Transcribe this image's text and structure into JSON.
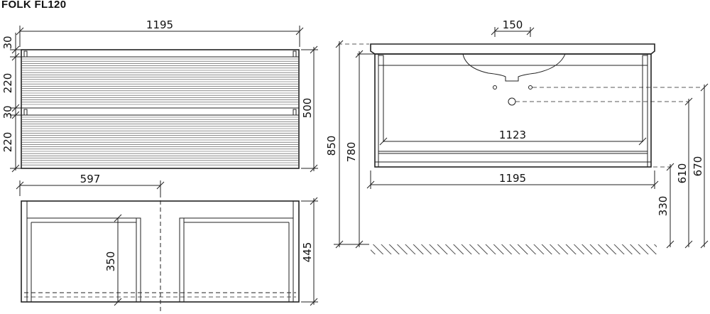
{
  "title": "FOLK FL120",
  "dimensions": {
    "front_width": "1195",
    "front_height": "500",
    "top_gap_1": "30",
    "drawer_1": "220",
    "top_gap_2": "30",
    "drawer_2": "220",
    "inner_half_width": "597",
    "inner_height": "350",
    "depth": "445",
    "faucet_spacing": "150",
    "inner_width": "1123",
    "side_total_width": "1195",
    "overall_height": "850",
    "cabinet_height": "780",
    "floor_to_bottom": "330",
    "drain_height": "610",
    "pipe_height": "670"
  }
}
